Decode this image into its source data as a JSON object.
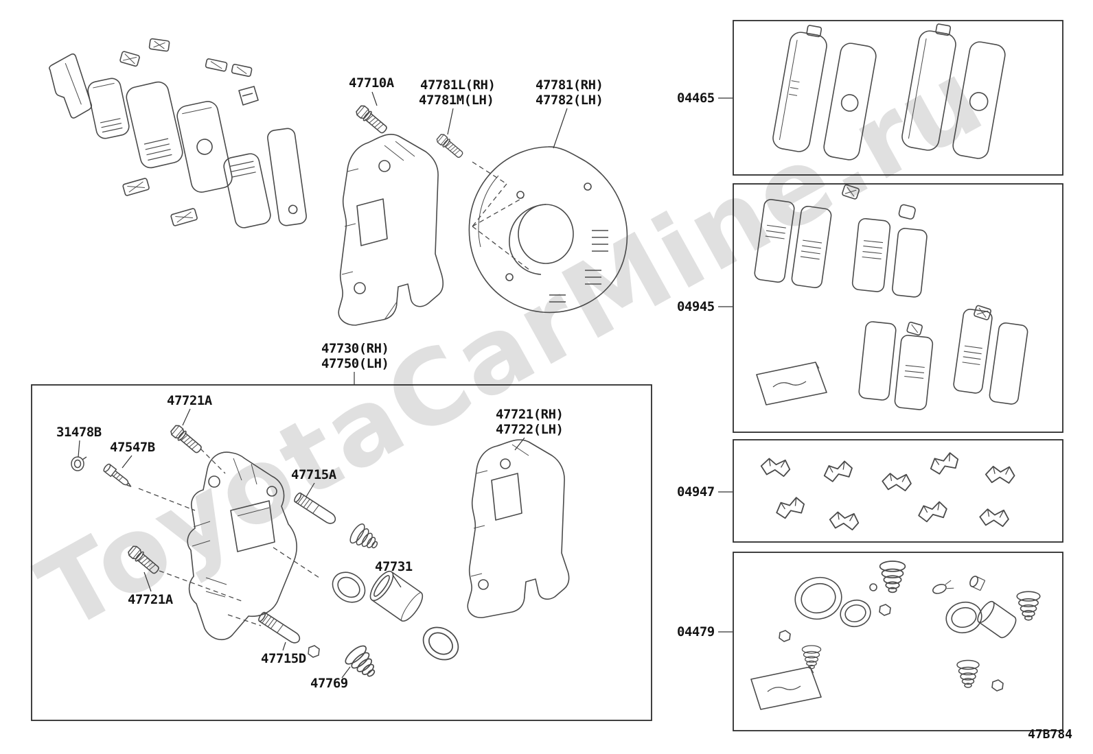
{
  "watermark": "ToyotaCarMine.ru",
  "diagram_code": "47B784",
  "assembly": {
    "caliper_rh": "47730(RH)",
    "caliper_lh": "47750(LH)"
  },
  "callouts": {
    "bolt_47710A": "47710A",
    "bolt_47781L_rh": "47781L(RH)",
    "bolt_47781M_lh": "47781M(LH)",
    "cover_47781_rh": "47781(RH)",
    "cover_47782_lh": "47782(LH)",
    "bolt_47721A_upper": "47721A",
    "plug_31478B": "31478B",
    "bleeder_47547B": "47547B",
    "pin_47715A": "47715A",
    "bracket_47721_rh": "47721(RH)",
    "bracket_47722_lh": "47722(LH)",
    "piston_47731": "47731",
    "bolt_47721A_lower": "47721A",
    "pin_47715D": "47715D",
    "boot_47769": "47769"
  },
  "kits": {
    "pad_kit": "04465",
    "shim_kit": "04945",
    "fitting_kit": "04947",
    "cylinder_kit": "04479"
  }
}
